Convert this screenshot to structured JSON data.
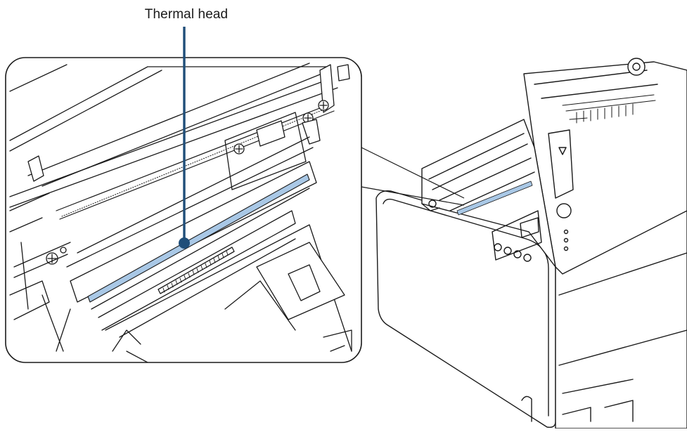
{
  "callout": {
    "label": "Thermal head",
    "accent_color": "#1f4e79",
    "highlight_color": "#a9c8e6"
  },
  "components": {
    "printer": "printer-illustration",
    "detail": "thermal-head-detail-view"
  }
}
